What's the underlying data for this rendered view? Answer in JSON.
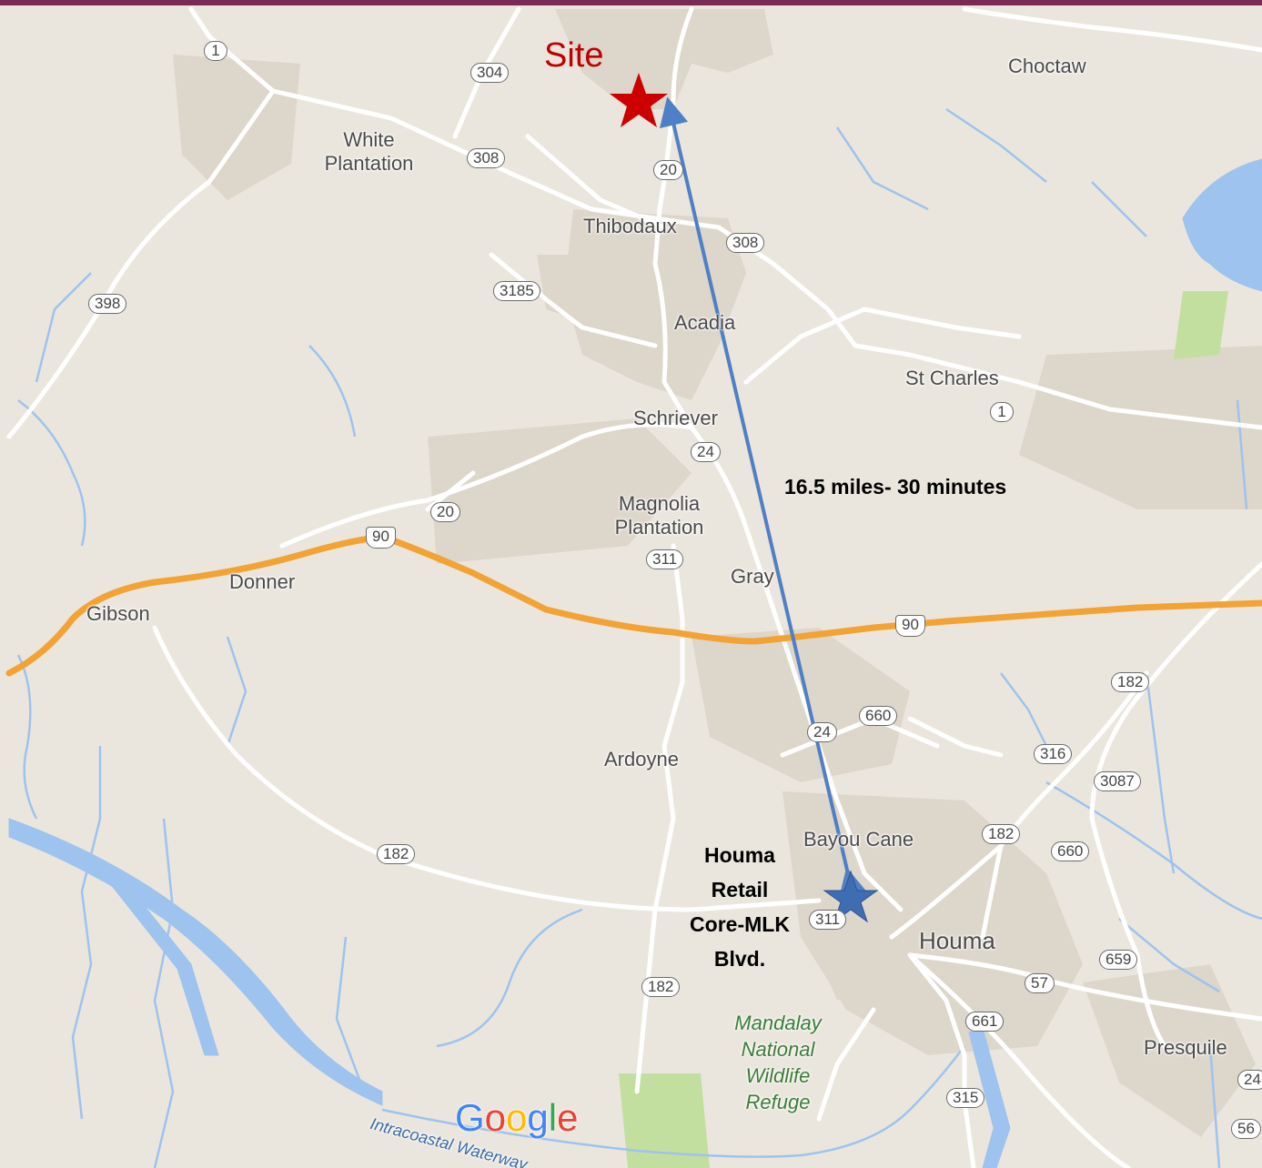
{
  "map": {
    "places": {
      "choctaw": "Choctaw",
      "white_plantation": "White\nPlantation",
      "thibodaux": "Thibodaux",
      "acadia": "Acadia",
      "st_charles": "St Charles",
      "schriever": "Schriever",
      "magnolia_plantation": "Magnolia\nPlantation",
      "gray": "Gray",
      "donner": "Donner",
      "gibson": "Gibson",
      "ardoyne": "Ardoyne",
      "bayou_cane": "Bayou Cane",
      "houma": "Houma",
      "presquile": "Presquile"
    },
    "routes": {
      "r1a": "1",
      "r304": "304",
      "r308a": "308",
      "r20a": "20",
      "r308b": "308",
      "r3185": "3185",
      "r398": "398",
      "r1b": "1",
      "r24a": "24",
      "r20b": "20",
      "r90a": "90",
      "r311a": "311",
      "r90b": "90",
      "r182a": "182",
      "r660a": "660",
      "r24b": "24",
      "r316": "316",
      "r3087": "3087",
      "r182b": "182",
      "r660b": "660",
      "r182c": "182",
      "r311b": "311",
      "r659": "659",
      "r57": "57",
      "r182d": "182",
      "r661": "661",
      "r315": "315",
      "r24c": "24",
      "r56": "56"
    },
    "water": {
      "intracoastal": "Intracoastal Waterway"
    },
    "park": {
      "mandalay": "Mandalay\nNational\nWildlife\nRefuge"
    },
    "google_logo": {
      "g1": "G",
      "o1": "o",
      "o2": "o",
      "g2": "g",
      "l": "l",
      "e": "e"
    },
    "colors": {
      "land": "#ebe6dd",
      "urban": "#ddd6cb",
      "road": "#ffffff",
      "highway": "#f3a234",
      "water": "#9ec3ee",
      "park": "#c2df9f",
      "site_star": "#cc0000",
      "core_star": "#3e6db2",
      "arrow": "#4f7fc5",
      "top_bar": "#7a2b55"
    }
  },
  "annotations": {
    "site_label": "Site",
    "distance_label": "16.5 miles- 30 minutes",
    "core_label": "Houma\nRetail\nCore-MLK\nBlvd."
  }
}
